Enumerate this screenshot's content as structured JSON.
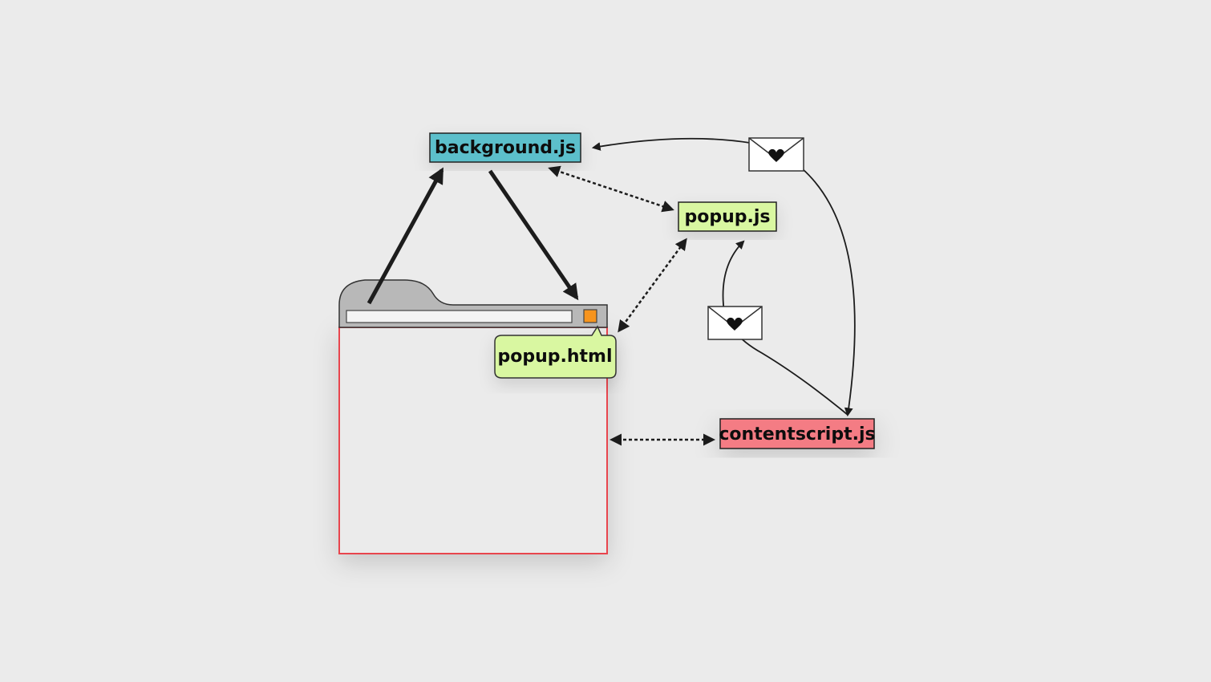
{
  "nodes": {
    "background": {
      "label": "background.js",
      "color": "#5bbfcb"
    },
    "popup_js": {
      "label": "popup.js",
      "color": "#d9f7a1"
    },
    "popup_html": {
      "label": "popup.html",
      "color": "#d9f7a1"
    },
    "contentscript": {
      "label": "contentscript.js",
      "color": "#f47c84"
    }
  },
  "browser": {
    "tab_color": "#b8b8b8",
    "address_bar_color": "#f4f4f4",
    "extension_button_color": "#f7941d",
    "page_border_color": "#e8454d"
  },
  "icons": {
    "message_1": "envelope-heart-icon",
    "message_2": "envelope-heart-icon"
  },
  "colors": {
    "background": "#ebebeb",
    "stroke": "#1c1c1c"
  }
}
